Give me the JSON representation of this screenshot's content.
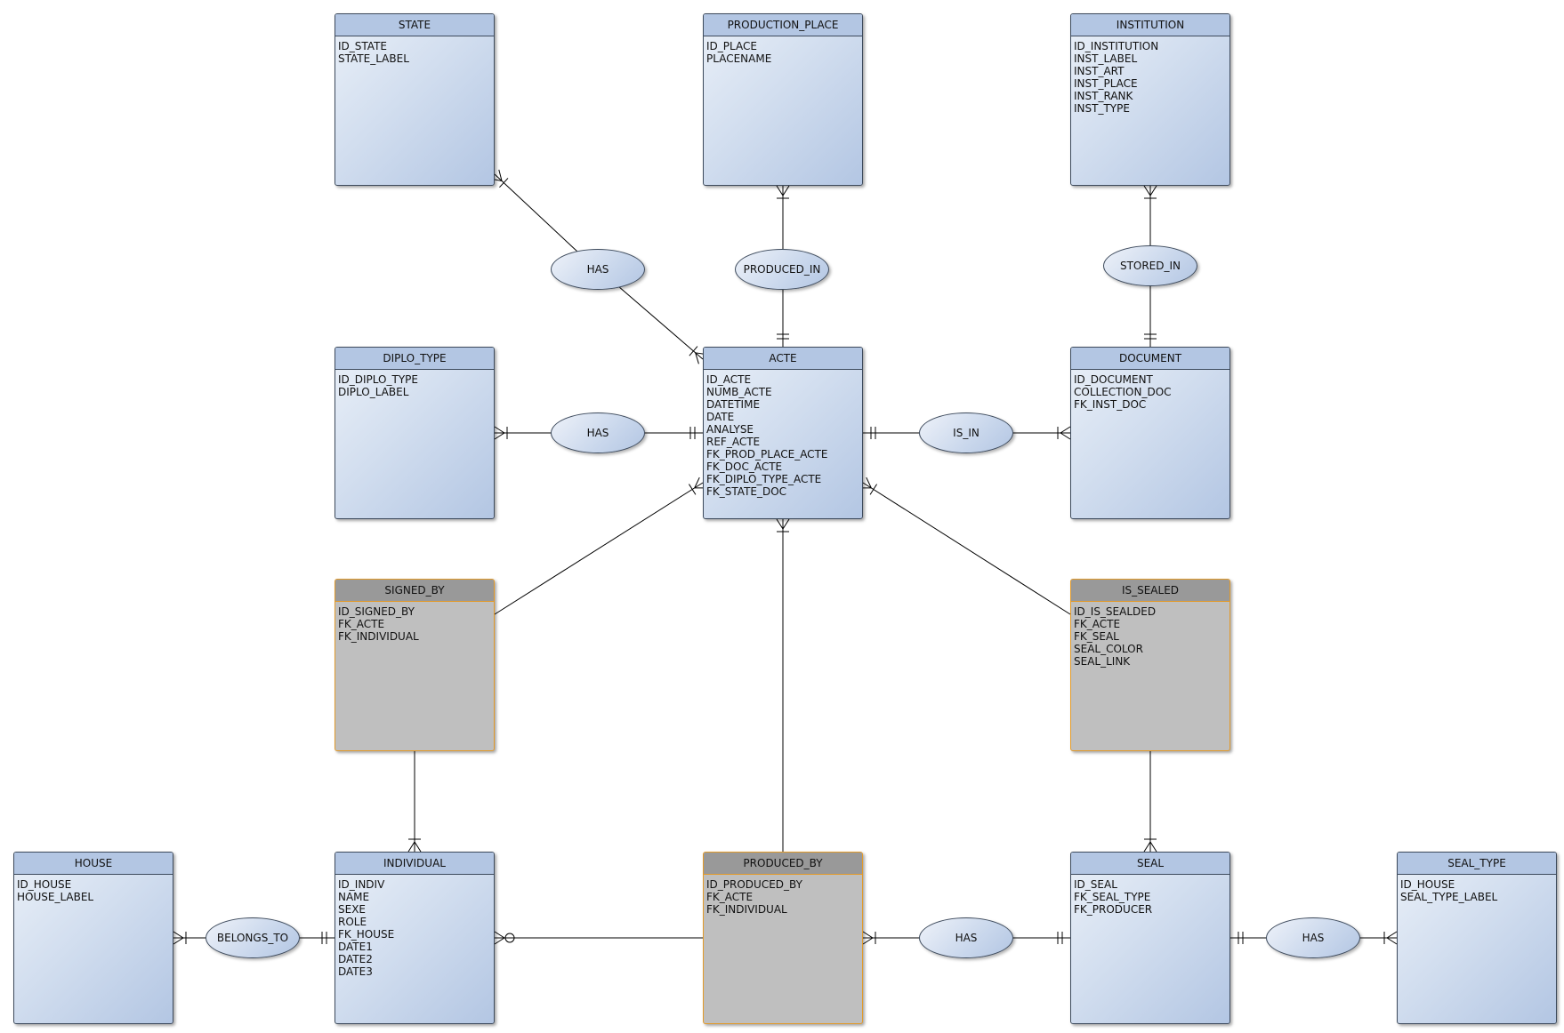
{
  "entities": {
    "state": {
      "name": "STATE",
      "attrs": [
        "ID_STATE",
        "STATE_LABEL"
      ]
    },
    "production_place": {
      "name": "PRODUCTION_PLACE",
      "attrs": [
        "ID_PLACE",
        "PLACENAME"
      ]
    },
    "institution": {
      "name": "INSTITUTION",
      "attrs": [
        "ID_INSTITUTION",
        "INST_LABEL",
        "INST_ART",
        "INST_PLACE",
        "INST_RANK",
        "INST_TYPE"
      ]
    },
    "diplo_type": {
      "name": "DIPLO_TYPE",
      "attrs": [
        "ID_DIPLO_TYPE",
        "DIPLO_LABEL"
      ]
    },
    "acte": {
      "name": "ACTE",
      "attrs": [
        "ID_ACTE",
        "NUMB_ACTE",
        "DATETIME",
        "DATE",
        "ANALYSE",
        "REF_ACTE",
        "FK_PROD_PLACE_ACTE",
        "FK_DOC_ACTE",
        "FK_DIPLO_TYPE_ACTE",
        "FK_STATE_DOC"
      ]
    },
    "document": {
      "name": "DOCUMENT",
      "attrs": [
        "ID_DOCUMENT",
        "COLLECTION_DOC",
        "FK_INST_DOC"
      ]
    },
    "signed_by": {
      "name": "SIGNED_BY",
      "attrs": [
        "ID_SIGNED_BY",
        "FK_ACTE",
        "FK_INDIVIDUAL"
      ]
    },
    "is_sealed": {
      "name": "IS_SEALED",
      "attrs": [
        "ID_IS_SEALDED",
        "FK_ACTE",
        "FK_SEAL",
        "SEAL_COLOR",
        "SEAL_LINK"
      ]
    },
    "house": {
      "name": "HOUSE",
      "attrs": [
        "ID_HOUSE",
        "HOUSE_LABEL"
      ]
    },
    "individual": {
      "name": "INDIVIDUAL",
      "attrs": [
        "ID_INDIV",
        "NAME",
        "SEXE",
        "ROLE",
        "FK_HOUSE",
        "DATE1",
        "DATE2",
        "DATE3"
      ]
    },
    "produced_by": {
      "name": "PRODUCED_BY",
      "attrs": [
        "ID_PRODUCED_BY",
        "FK_ACTE",
        "FK_INDIVIDUAL"
      ]
    },
    "seal": {
      "name": "SEAL",
      "attrs": [
        "ID_SEAL",
        "FK_SEAL_TYPE",
        "FK_PRODUCER"
      ]
    },
    "seal_type": {
      "name": "SEAL_TYPE",
      "attrs": [
        "ID_HOUSE",
        "SEAL_TYPE_LABEL"
      ]
    }
  },
  "relationships": {
    "has_state": "HAS",
    "produced_in": "PRODUCED_IN",
    "stored_in": "STORED_IN",
    "has_diplo": "HAS",
    "is_in": "IS_IN",
    "belongs_to": "BELONGS_TO",
    "has_seal": "HAS",
    "has_seal_type": "HAS"
  },
  "colors": {
    "entity_header": "#b3c6e3",
    "entity_border": "#3d4a5c",
    "association_fill": "#bfbfbf",
    "association_header": "#999999",
    "association_border": "#e29a2a",
    "line": "#000000"
  }
}
